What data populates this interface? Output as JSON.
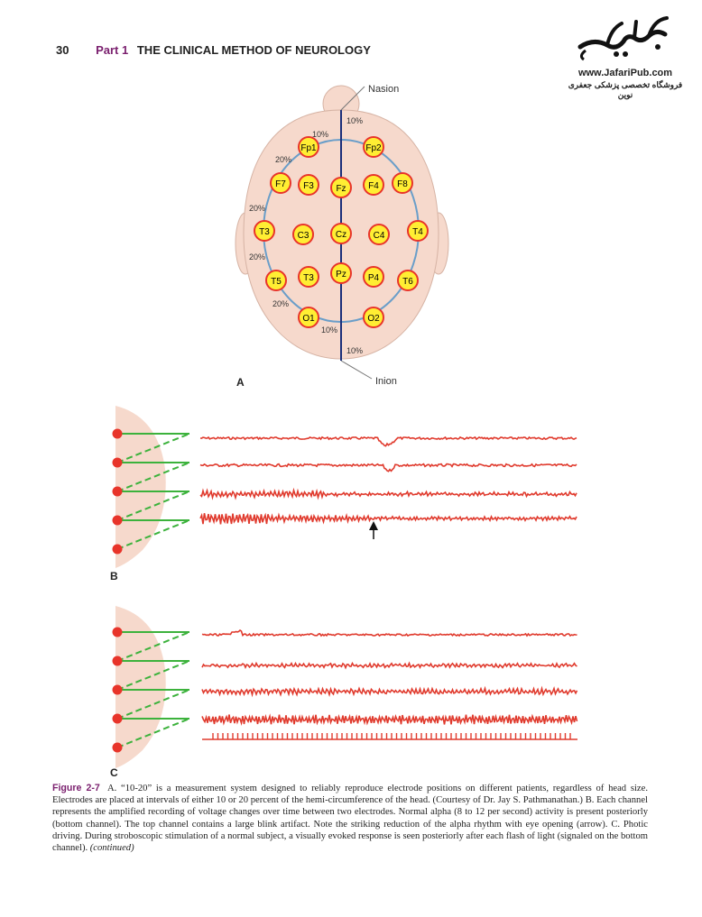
{
  "header": {
    "page_number": "30",
    "part": "Part 1",
    "chapter": "THE CLINICAL METHOD OF NEUROLOGY"
  },
  "watermark": {
    "site": "www.JafariPub.com",
    "tagline": "فروشگاه تخصصی پزشکی جعفری نوین"
  },
  "figure_a": {
    "label": "A",
    "nasion": "Nasion",
    "inion": "Inion",
    "percent_10": "10%",
    "percent_20": "20%",
    "electrodes": [
      "Fp1",
      "Fp2",
      "F7",
      "F3",
      "Fz",
      "F4",
      "F8",
      "T3",
      "C3",
      "Cz",
      "C4",
      "T4",
      "T5",
      "T3",
      "Pz",
      "P4",
      "T6",
      "O1",
      "O2"
    ]
  },
  "figure_b": {
    "label": "B"
  },
  "figure_c": {
    "label": "C"
  },
  "caption": {
    "label": "Figure 2-7",
    "text": "A. “10-20” is a measurement system designed to reliably reproduce electrode positions on different patients, regardless of head size. Electrodes are placed at intervals of either 10 or 20 percent of the hemi-circumference of the head. (Courtesy of Dr. Jay S. Pathmanathan.) B. Each channel represents the amplified recording of voltage changes over time between two electrodes. Normal alpha (8 to 12 per second) activity is present posteriorly (bottom channel). The top channel contains a large blink artifact. Note the striking reduction of the alpha rhythm with eye opening (arrow). C. Photic driving. During stroboscopic stimulation of a normal subject, a visually evoked response is seen posteriorly after each flash of light (signaled on the bottom channel).",
    "continued": "(continued)"
  },
  "colors": {
    "head_fill": "#f6d9cc",
    "circle_stroke": "#6a9ec9",
    "electrode_fill": "#ffee33",
    "electrode_stroke": "#e8342a",
    "trace": "#e03a2d",
    "montage": "#3cb23c",
    "midline": "#1b2f7a"
  }
}
